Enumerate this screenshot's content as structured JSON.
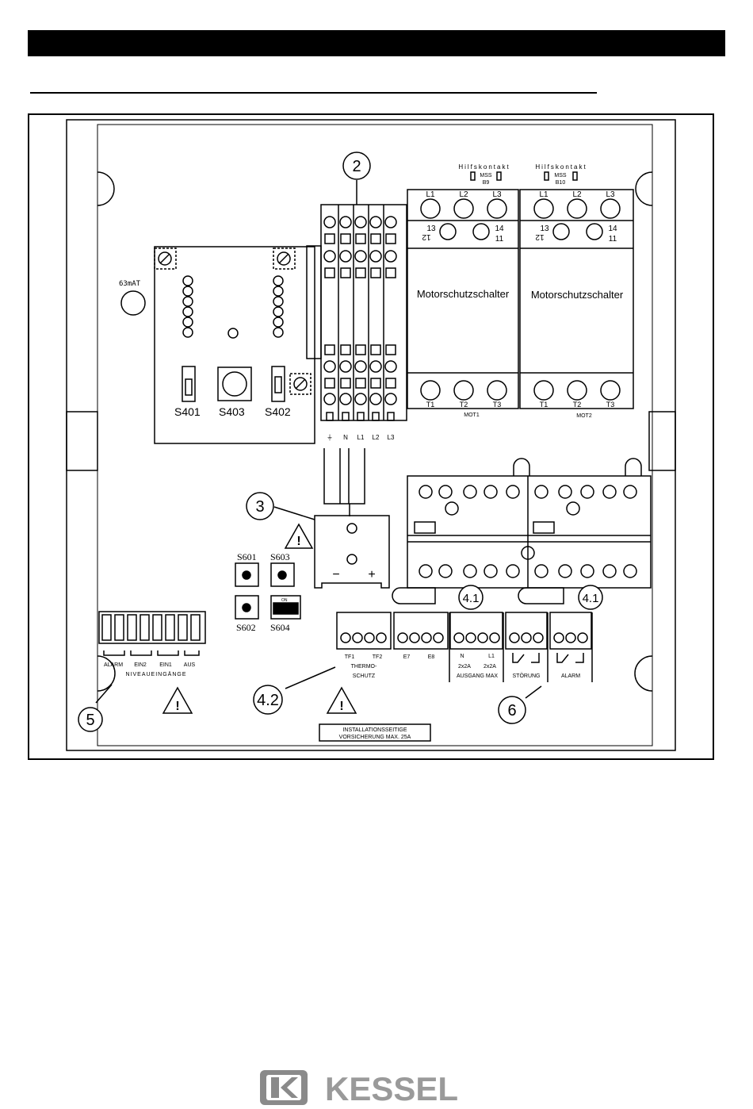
{
  "header": {
    "title": ""
  },
  "callouts": {
    "c2": "2",
    "c3": "3",
    "c41a": "4.1",
    "c41b": "4.1",
    "c42": "4.2",
    "c5": "5",
    "c6": "6"
  },
  "fuse": {
    "label": "63mAT"
  },
  "switches": {
    "s401": "S401",
    "s402": "S402",
    "s403": "S403",
    "s601": "S601",
    "s602": "S602",
    "s603": "S603",
    "s604": "S604",
    "dip_on": "ON"
  },
  "terminals": {
    "pe": "⏚",
    "n": "N",
    "l1": "L1",
    "l2": "L2",
    "l3": "L3"
  },
  "motor1": {
    "label": "Motorschutzschalter",
    "l1": "L1",
    "l2": "L2",
    "l3": "L3",
    "c13": "13",
    "c12": "12",
    "c14": "14",
    "c11": "11",
    "t1": "T1",
    "t2": "T2",
    "t3": "T3",
    "name": "MOT1",
    "aux_title": "Hilfskontakt",
    "aux_mss": "MSS",
    "aux_id": "B9"
  },
  "motor2": {
    "label": "Motorschutzschalter",
    "l1": "L1",
    "l2": "L2",
    "l3": "L3",
    "c13": "13",
    "c12": "12",
    "c14": "14",
    "c11": "11",
    "t1": "T1",
    "t2": "T2",
    "t3": "T3",
    "name": "MOT2",
    "aux_title": "Hilfskontakt",
    "aux_mss": "MSS",
    "aux_id": "B10"
  },
  "levels": {
    "alarm": "ALARM",
    "ein2": "EIN2",
    "ein1": "EIN1",
    "aus": "AUS",
    "caption": "NIVEAUEINGÄNGE"
  },
  "thermo": {
    "tf1": "TF1",
    "tf2": "TF2",
    "caption1": "THERMO-",
    "caption2": "SCHUTZ",
    "e7": "E7",
    "e8": "E8"
  },
  "output": {
    "n": "N",
    "l1": "L1",
    "rating_a": "2x2A",
    "rating_b": "2x2A",
    "caption": "AUSGANG MAX"
  },
  "relays": {
    "fault": "STÖRUNG",
    "alarm": "ALARM"
  },
  "install": {
    "line1": "INSTALLATIONSSEITIGE",
    "line2": "VORSICHERUNG MAX. 25A"
  },
  "battery": {
    "minus": "−",
    "plus": "+"
  },
  "warning_glyph": "!",
  "brand": {
    "name": "KESSEL",
    "color": "#9a9a9a"
  }
}
